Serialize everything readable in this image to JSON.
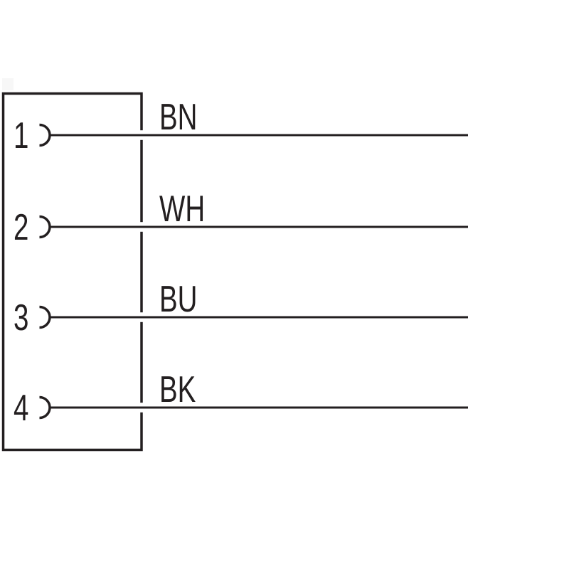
{
  "diagram": {
    "kind": "connector-pinout-wiring-diagram",
    "colors": {
      "stroke": "#231f20",
      "background": "#ffffff",
      "smudge": "#f7f7f7"
    },
    "pins": [
      {
        "number": "1",
        "wire_label": "BN"
      },
      {
        "number": "2",
        "wire_label": "WH"
      },
      {
        "number": "3",
        "wire_label": "BU"
      },
      {
        "number": "4",
        "wire_label": "BK"
      }
    ]
  }
}
